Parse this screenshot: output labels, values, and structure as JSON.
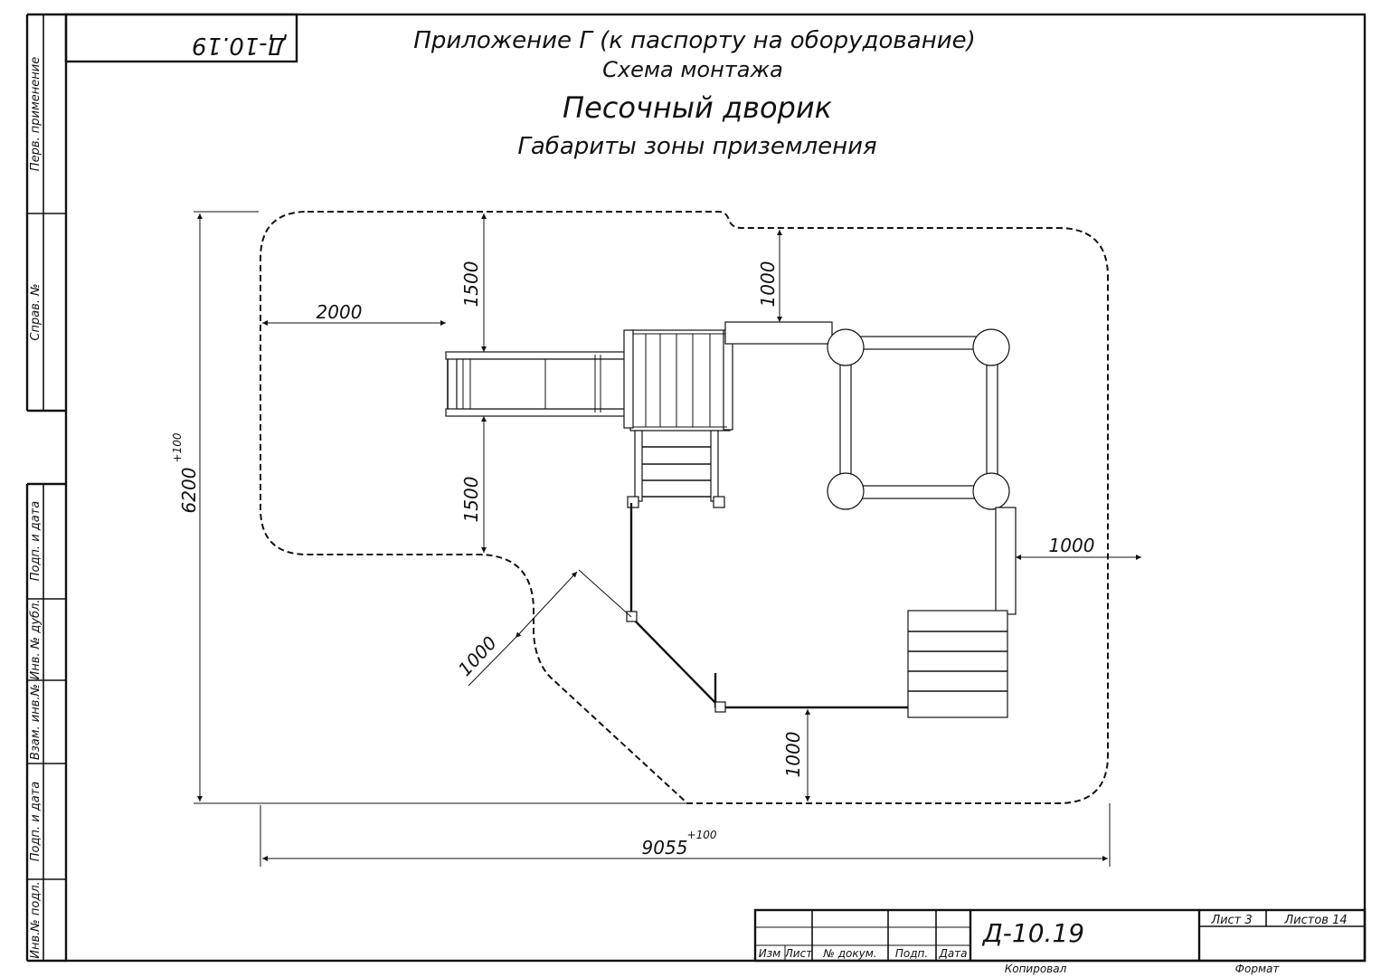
{
  "stamp_code": "Д-10.19",
  "titles": {
    "appendix": "Приложение Г (к паспорту на оборудование)",
    "scheme": "Схема монтажа",
    "product": "Песочный дворик",
    "zone": "Габариты зоны приземления"
  },
  "side_columns": {
    "perv": "Перв. применение",
    "sprav": "Справ. №",
    "podp_data_1": "Подп. и дата",
    "inv_dubl": "Инв. № дубл.",
    "vzam_inv": "Взам. инв.№",
    "podp_data_2": "Подп. и дата",
    "inv_podl": "Инв.№ подл."
  },
  "dimensions": {
    "width_total": "9055",
    "width_tol": "+100",
    "height_total": "6200",
    "height_tol": "+100",
    "left_2000": "2000",
    "slide_top_1500": "1500",
    "slide_bottom_1500": "1500",
    "top_1000": "1000",
    "right_1000": "1000",
    "diag_1000": "1000",
    "bottom_1000": "1000"
  },
  "title_block": {
    "code": "Д-10.19",
    "sheet_label": "Лист 3",
    "sheets_label": "Листов 14",
    "izm": "Изм",
    "list": "Лист",
    "doc_no": "№ докум.",
    "podp": "Подп.",
    "data": "Дата",
    "copied": "Копировал",
    "format": "Формат"
  }
}
